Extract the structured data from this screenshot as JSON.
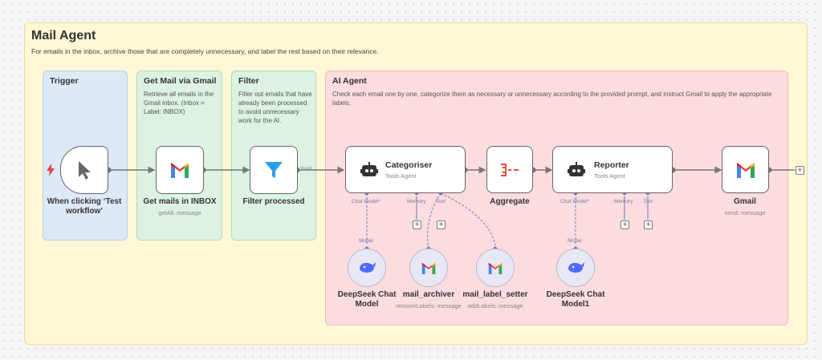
{
  "workflow": {
    "title": "Mail Agent",
    "description": "For emails in the inbox, archive those that are completely unnecessary, and label the rest based on their relevance."
  },
  "sections": {
    "trigger": {
      "title": "Trigger"
    },
    "get_mail": {
      "title": "Get Mail via Gmail",
      "desc": "Retrieve all emails in the Gmail inbox. (Inbox = Label: INBOX)"
    },
    "filter": {
      "title": "Filter",
      "desc": "Filter out emails that have already been processed to avoid unnecessary work for the AI."
    },
    "ai_agent": {
      "title": "AI Agent",
      "desc": "Check each email one by one, categorize them as necessary or unnecessary according to the provided prompt, and instruct Gmail to apply the appropriate labels."
    }
  },
  "nodes": {
    "trigger": {
      "label": "When clicking ‘Test workflow’",
      "icon": "cursor-icon"
    },
    "get_mails": {
      "label": "Get mails in INBOX",
      "sub": "getAll: message",
      "icon": "gmail-icon"
    },
    "filter": {
      "label": "Filter processed",
      "icon": "filter-icon"
    },
    "categoriser": {
      "title": "Categoriser",
      "sub": "Tools Agent",
      "icon": "robot-icon"
    },
    "aggregate": {
      "label": "Aggregate",
      "icon": "aggregate-icon"
    },
    "reporter": {
      "title": "Reporter",
      "sub": "Tools Agent",
      "icon": "robot-icon"
    },
    "gmail": {
      "label": "Gmail",
      "sub": "send: message",
      "icon": "gmail-icon"
    },
    "deepseek1": {
      "label": "DeepSeek Chat Model",
      "icon": "deepseek-whale-icon"
    },
    "mail_archiver": {
      "label": "mail_archiver",
      "sub": "removeLabels: message",
      "icon": "gmail-icon"
    },
    "mail_label_setter": {
      "label": "mail_label_setter",
      "sub": "addLabels: message",
      "icon": "gmail-icon"
    },
    "deepseek2": {
      "label": "DeepSeek Chat Model1",
      "icon": "deepseek-whale-icon"
    }
  },
  "ports": {
    "chat_model": "Chat Model*",
    "memory": "Memory",
    "tool": "Tool",
    "model": "Model",
    "kept": "Kept"
  },
  "colors": {
    "frame_main": "#fff7d5",
    "frame_trigger": "#dde9f7",
    "frame_green": "#ddf2e3",
    "frame_ai": "#fbdcdf",
    "connector": "#777777",
    "sub_connector": "#8a8ab8",
    "trigger_bolt": "#e8403c",
    "filter_blue": "#2b9ee8",
    "aggregate_red": "#ea4b3c",
    "deepseek_blue": "#4d6bfe"
  }
}
